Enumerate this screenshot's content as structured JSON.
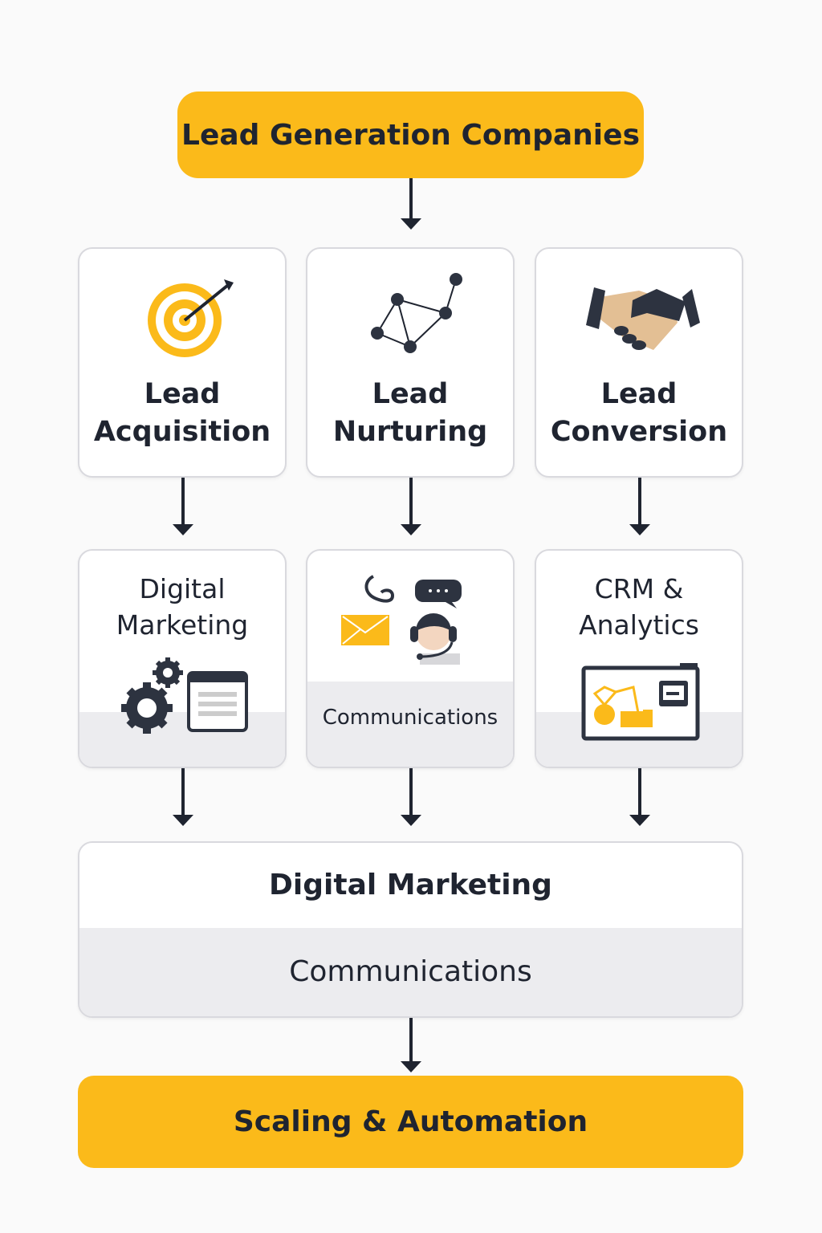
{
  "header": {
    "title": "Lead Generation Companies"
  },
  "stages": [
    {
      "line1": "Lead",
      "line2": "Acquisition",
      "icon": "target-icon"
    },
    {
      "line1": "Lead",
      "line2": "Nurturing",
      "icon": "network-icon"
    },
    {
      "line1": "Lead",
      "line2": "Conversion",
      "icon": "handshake-icon"
    }
  ],
  "tools": [
    {
      "line1": "Digital",
      "line2": "Marketing",
      "icon": "gears-browser-icon"
    },
    {
      "label": "Communications",
      "icon": "communications-icon"
    },
    {
      "line1": "CRM &",
      "line2": "Analytics",
      "icon": "dashboard-icon"
    }
  ],
  "combined": {
    "top": "Digital Marketing",
    "bottom": "Communications"
  },
  "footer": {
    "title": "Scaling & Automation"
  },
  "colors": {
    "accent": "#fbba1a",
    "text": "#1f2430",
    "band": "#ececef"
  }
}
